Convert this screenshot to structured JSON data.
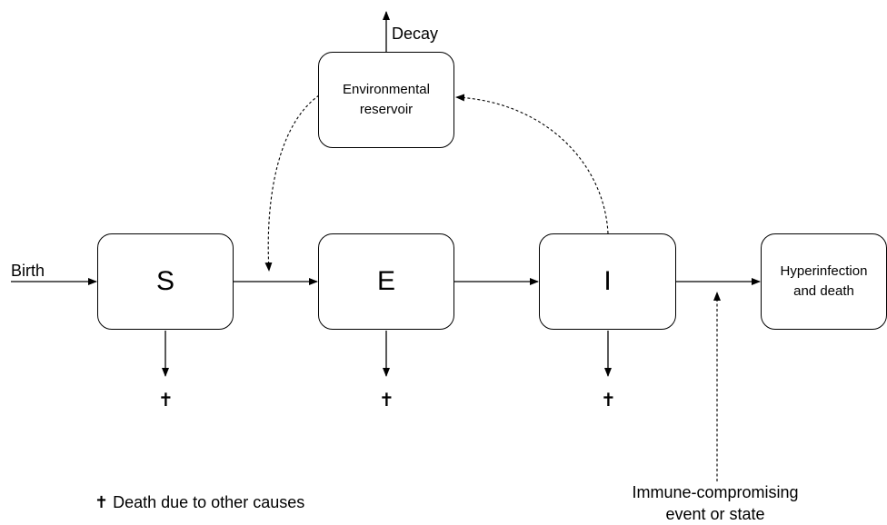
{
  "nodes": {
    "s": "S",
    "e": "E",
    "i": "I",
    "hyper": "Hyperinfection and death",
    "reservoir": "Environmental reservoir"
  },
  "labels": {
    "decay": "Decay",
    "birth": "Birth",
    "immune": "Immune-compromising event or state",
    "dagger": "✝",
    "legend": "✝ Death due to other causes"
  }
}
